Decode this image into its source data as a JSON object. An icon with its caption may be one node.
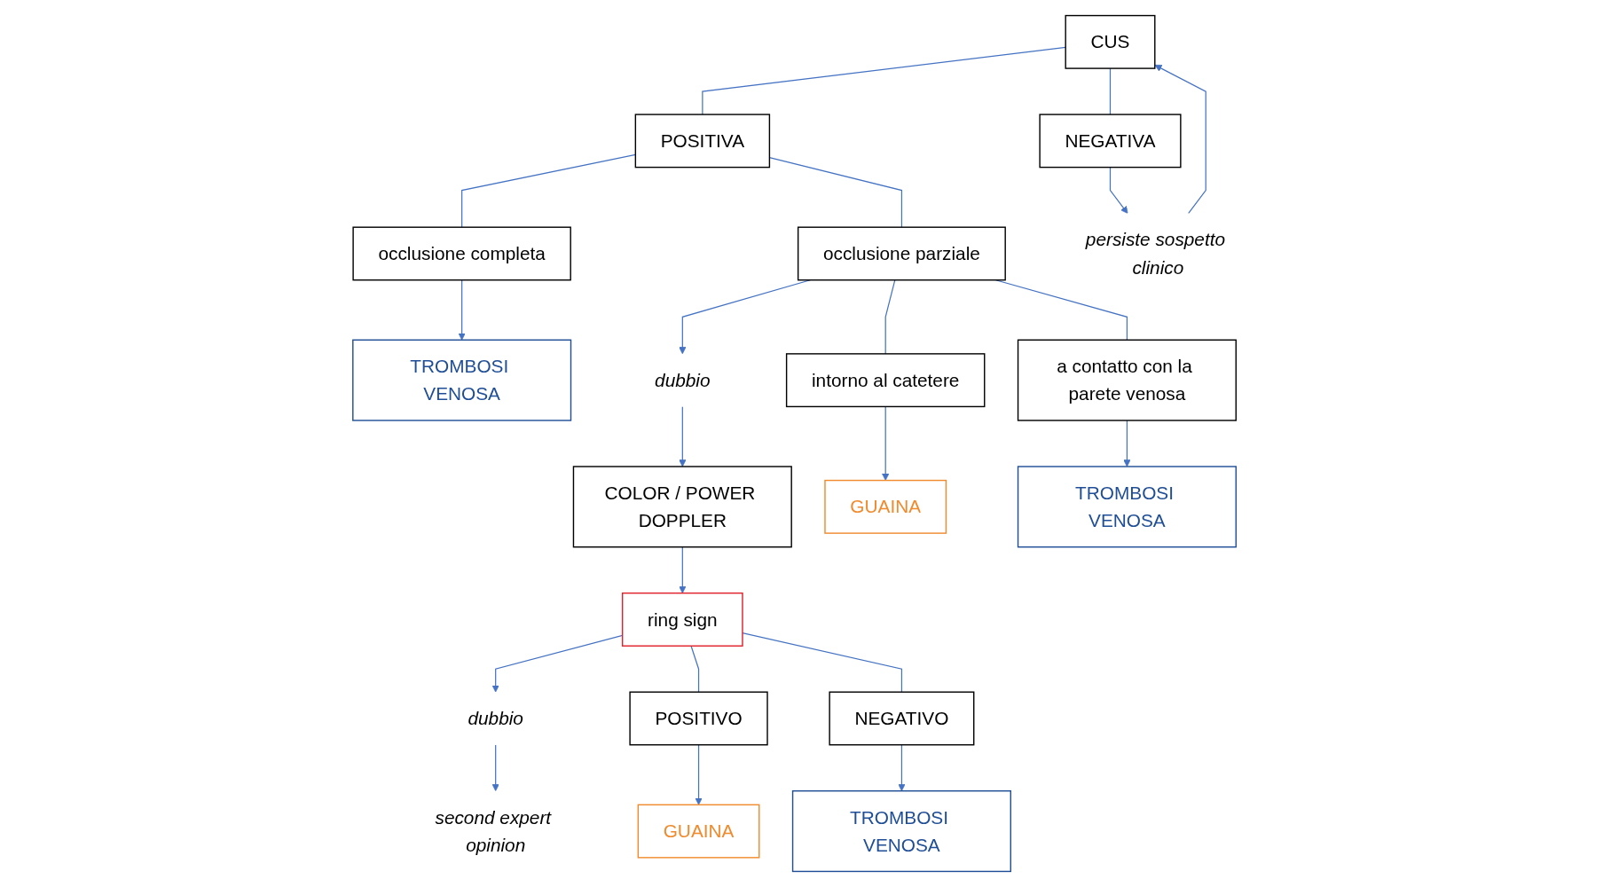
{
  "diagram": {
    "nodes": [
      {
        "text": [
          "CUS"
        ]
      },
      {
        "text": [
          "POSITIVA"
        ]
      },
      {
        "text": [
          "NEGATIVA"
        ]
      },
      {
        "text": [
          "persiste sospetto clinico"
        ]
      },
      {
        "text": [
          "occlusione completa"
        ]
      },
      {
        "text": [
          "occlusione parziale"
        ]
      },
      {
        "text": [
          "dubbio"
        ]
      },
      {
        "text": [
          "COLOR / POWER DOPPLER"
        ]
      },
      {
        "text": [
          "TROMBOSI VENOSA"
        ]
      },
      {
        "text": [
          "intorno al catetere"
        ]
      },
      {
        "text": [
          "a contatto con la parete venosa"
        ]
      },
      {
        "text": [
          "GUAINA"
        ]
      },
      {
        "text": [
          "TROMBOSI VENOSA"
        ]
      },
      {
        "text": [
          "ring sign"
        ]
      },
      {
        "text": [
          "dubbio"
        ]
      },
      {
        "text": [
          "POSITIVO"
        ]
      },
      {
        "text": [
          "NEGATIVO"
        ]
      },
      {
        "text": [
          "second expert opinion"
        ]
      },
      {
        "text": [
          "GUAINA"
        ]
      },
      {
        "text": [
          "TROMBOSI VENOSA"
        ]
      }
    ],
    "edges": [
      {
        "from": 0,
        "to": 1,
        "arrow": "none"
      },
      {
        "from": 0,
        "to": 2,
        "arrow": "none"
      },
      {
        "from": 2,
        "to": 3,
        "arrow": "to"
      },
      {
        "from": 3,
        "to": 0,
        "arrow": "to"
      },
      {
        "from": 1,
        "to": 4,
        "arrow": "none"
      },
      {
        "from": 1,
        "to": 5,
        "arrow": "none"
      },
      {
        "from": 4,
        "to": 8,
        "arrow": "to"
      },
      {
        "from": 5,
        "to": 6,
        "arrow": "to"
      },
      {
        "from": 6,
        "to": 7,
        "arrow": "to"
      },
      {
        "from": 5,
        "to": 9,
        "arrow": "none"
      },
      {
        "from": 5,
        "to": 10,
        "arrow": "none"
      },
      {
        "from": 9,
        "to": 11,
        "arrow": "to"
      },
      {
        "from": 10,
        "to": 12,
        "arrow": "to"
      },
      {
        "from": 7,
        "to": 13,
        "arrow": "to"
      },
      {
        "from": 13,
        "to": 14,
        "arrow": "to"
      },
      {
        "from": 13,
        "to": 15,
        "arrow": "none"
      },
      {
        "from": 13,
        "to": 16,
        "arrow": "none"
      },
      {
        "from": 14,
        "to": 17,
        "arrow": "to"
      },
      {
        "from": 15,
        "to": 18,
        "arrow": "to"
      },
      {
        "from": 16,
        "to": 19,
        "arrow": "to"
      }
    ]
  }
}
